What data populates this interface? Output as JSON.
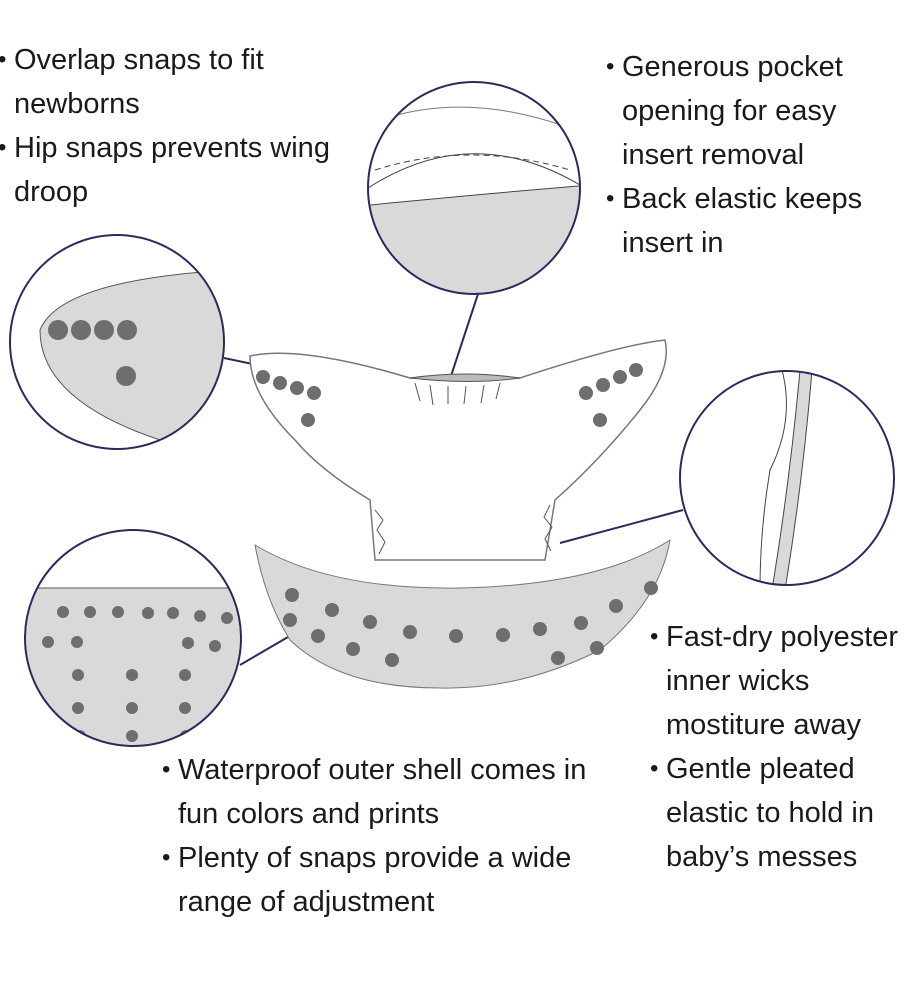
{
  "callouts": {
    "top_left": [
      "Overlap snaps to fit newborns",
      "Hip snaps prevents wing droop"
    ],
    "top_right": [
      "Generous pocket opening for easy insert removal",
      "Back elastic keeps insert in"
    ],
    "right": [
      "Fast-dry polyester inner wicks mostiture away",
      "Gentle pleated elastic to hold in baby’s messes"
    ],
    "bottom": [
      "Waterproof outer shell comes in fun colors and prints",
      "Plenty of snaps provide a wide range of adjustment"
    ]
  },
  "colors": {
    "circle": "#2b2a5c",
    "shell": "#d9d9d9",
    "snap": "#6e6e6e",
    "outline": "#555555"
  }
}
